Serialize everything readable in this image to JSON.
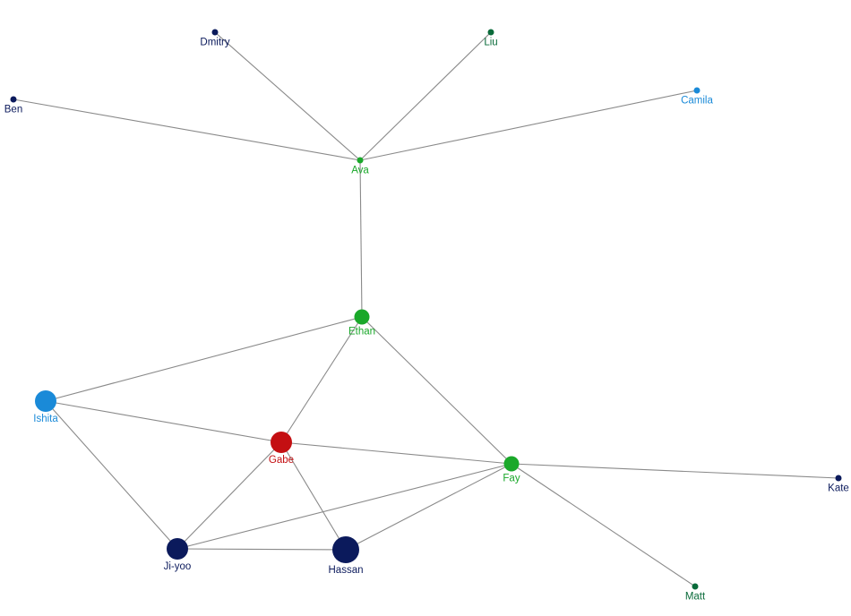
{
  "colors": {
    "navy": "#0b1a5c",
    "dark_green": "#0a6b3a",
    "green": "#1aa82a",
    "blue": "#1a8ad8",
    "red": "#c40f12",
    "edge": "#8a8a8a"
  },
  "nodes": [
    {
      "id": "dmitry",
      "label": "Dmitry",
      "color": "navy",
      "size": "tiny"
    },
    {
      "id": "liu",
      "label": "Liu",
      "color": "dark_green",
      "size": "tiny"
    },
    {
      "id": "ben",
      "label": "Ben",
      "color": "navy",
      "size": "tiny"
    },
    {
      "id": "camila",
      "label": "Camila",
      "color": "blue",
      "size": "tiny"
    },
    {
      "id": "ava",
      "label": "Ava",
      "color": "green",
      "size": "tiny"
    },
    {
      "id": "ethan",
      "label": "Ethan",
      "color": "green",
      "size": "medium"
    },
    {
      "id": "ishita",
      "label": "Ishita",
      "color": "blue",
      "size": "large"
    },
    {
      "id": "gabe",
      "label": "Gabe",
      "color": "red",
      "size": "large"
    },
    {
      "id": "fay",
      "label": "Fay",
      "color": "green",
      "size": "medium"
    },
    {
      "id": "kate",
      "label": "Kate",
      "color": "navy",
      "size": "tiny"
    },
    {
      "id": "jiyoo",
      "label": "Ji-yoo",
      "color": "navy",
      "size": "large"
    },
    {
      "id": "hassan",
      "label": "Hassan",
      "color": "navy",
      "size": "xlarge"
    },
    {
      "id": "matt",
      "label": "Matt",
      "color": "dark_green",
      "size": "tiny"
    }
  ],
  "edges": [
    [
      "ava",
      "dmitry"
    ],
    [
      "ava",
      "liu"
    ],
    [
      "ava",
      "ben"
    ],
    [
      "ava",
      "camila"
    ],
    [
      "ava",
      "ethan"
    ],
    [
      "ethan",
      "ishita"
    ],
    [
      "ethan",
      "gabe"
    ],
    [
      "ethan",
      "fay"
    ],
    [
      "ishita",
      "gabe"
    ],
    [
      "ishita",
      "jiyoo"
    ],
    [
      "gabe",
      "fay"
    ],
    [
      "gabe",
      "jiyoo"
    ],
    [
      "gabe",
      "hassan"
    ],
    [
      "fay",
      "jiyoo"
    ],
    [
      "fay",
      "hassan"
    ],
    [
      "fay",
      "kate"
    ],
    [
      "fay",
      "matt"
    ],
    [
      "jiyoo",
      "hassan"
    ]
  ]
}
